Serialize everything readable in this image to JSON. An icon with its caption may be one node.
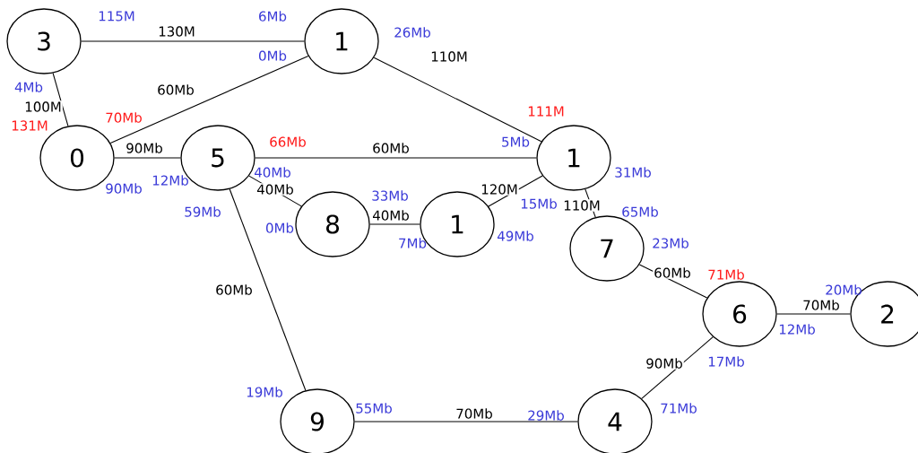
{
  "diagram": {
    "nodes": [
      {
        "text": [
          "3"
        ]
      },
      {
        "text": [
          "1"
        ]
      },
      {
        "text": [
          "0"
        ]
      },
      {
        "text": [
          "5"
        ]
      },
      {
        "text": [
          "1"
        ]
      },
      {
        "text": [
          "8"
        ]
      },
      {
        "text": [
          "1"
        ]
      },
      {
        "text": [
          "7"
        ]
      },
      {
        "text": [
          "6"
        ]
      },
      {
        "text": [
          "2"
        ]
      },
      {
        "text": [
          "9"
        ]
      },
      {
        "text": [
          "4"
        ]
      }
    ],
    "edges": [
      {
        "from": 0,
        "to": 1,
        "arrow": "none",
        "label": "130M"
      },
      {
        "from": 0,
        "to": 2,
        "arrow": "none",
        "label": "100M"
      },
      {
        "from": 1,
        "to": 2,
        "arrow": "none",
        "label": "60Mb"
      },
      {
        "from": 1,
        "to": 4,
        "arrow": "none",
        "label": "110M"
      },
      {
        "from": 2,
        "to": 3,
        "arrow": "none",
        "label": "90Mb"
      },
      {
        "from": 3,
        "to": 4,
        "arrow": "none",
        "label": "60Mb"
      },
      {
        "from": 3,
        "to": 5,
        "arrow": "none",
        "label": "40Mb"
      },
      {
        "from": 5,
        "to": 6,
        "arrow": "none",
        "label": "40Mb"
      },
      {
        "from": 6,
        "to": 4,
        "arrow": "none",
        "label": "120M"
      },
      {
        "from": 4,
        "to": 7,
        "arrow": "none",
        "label": "110M"
      },
      {
        "from": 7,
        "to": 8,
        "arrow": "none",
        "label": "60Mb"
      },
      {
        "from": 8,
        "to": 9,
        "arrow": "none",
        "label": "70Mb"
      },
      {
        "from": 3,
        "to": 10,
        "arrow": "none",
        "label": "60Mb"
      },
      {
        "from": 10,
        "to": 11,
        "arrow": "none",
        "label": "70Mb"
      },
      {
        "from": 11,
        "to": 8,
        "arrow": "none",
        "label": "90Mb"
      }
    ],
    "labels": [
      "115M",
      "6Mb",
      "26Mb",
      "0Mb",
      "4Mb",
      "111M",
      "131M",
      "70Mb",
      "66Mb",
      "5Mb",
      "40Mb",
      "31Mb",
      "12Mb",
      "90Mb",
      "33Mb",
      "15Mb",
      "59Mb",
      "65Mb",
      "0Mb",
      "49Mb",
      "7Mb",
      "23Mb",
      "71Mb",
      "20Mb",
      "12Mb",
      "17Mb",
      "19Mb",
      "55Mb",
      "29Mb",
      "71Mb"
    ]
  }
}
